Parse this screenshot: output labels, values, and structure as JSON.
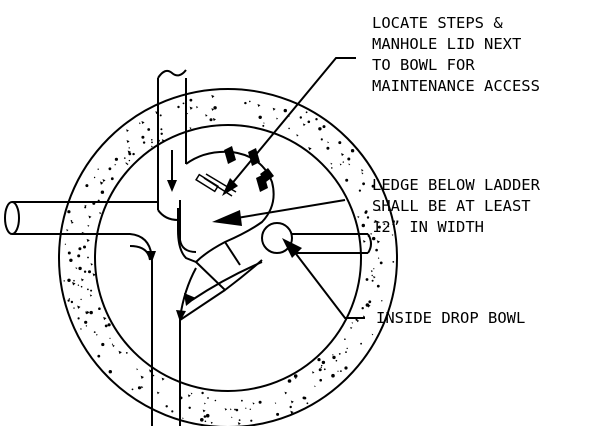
{
  "callouts": {
    "steps": [
      "LOCATE STEPS &",
      "MANHOLE LID NEXT",
      "TO BOWL FOR",
      "MAINTENANCE ACCESS"
    ],
    "ledge": [
      "LEDGE BELOW LADDER",
      "SHALL BE AT LEAST",
      "12” IN WIDTH"
    ],
    "bowl": [
      "INSIDE DROP BOWL"
    ]
  },
  "colors": {
    "ink": "#000000",
    "paper": "#ffffff"
  }
}
